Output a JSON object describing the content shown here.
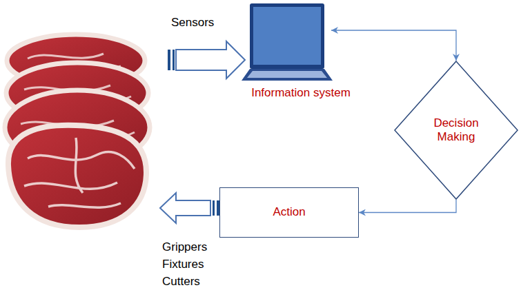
{
  "diagram": {
    "nodes": [
      {
        "text": [
          "Information system"
        ]
      },
      {
        "text": [
          "Decision Making"
        ]
      },
      {
        "text": [
          "Action"
        ]
      }
    ],
    "edges": [
      {
        "from": 0,
        "to": 1,
        "arrow": "both"
      },
      {
        "from": 1,
        "to": 2,
        "arrow": "to"
      }
    ],
    "labels": [
      "Sensors",
      "Grippers",
      "Fixtures",
      "Cutters"
    ]
  }
}
